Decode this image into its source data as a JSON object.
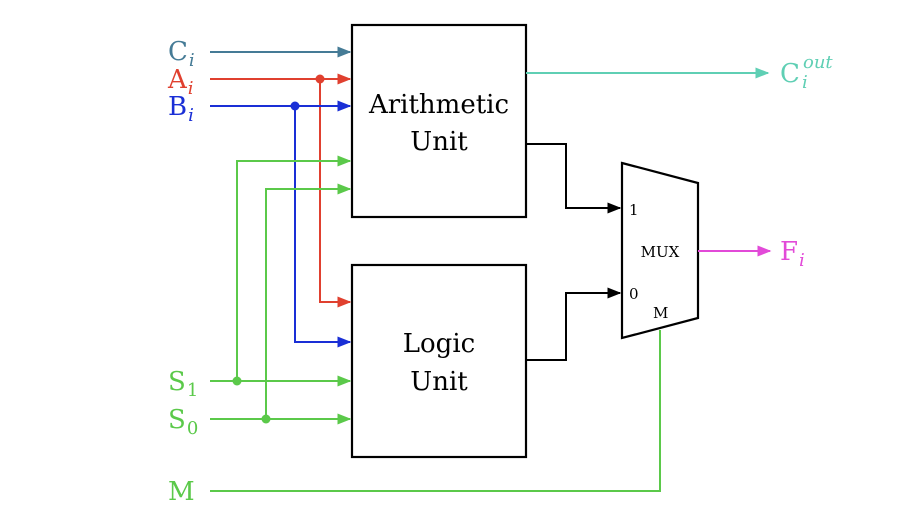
{
  "colors": {
    "carry": "#457b96",
    "a": "#e0402f",
    "b": "#1a2fd6",
    "select": "#5bc94a",
    "carry_out": "#5fcfb4",
    "f": "#e24ad8",
    "wire": "#000000"
  },
  "blocks": {
    "arithmetic": {
      "line1": "Arithmetic",
      "line2": "Unit"
    },
    "logic": {
      "line1": "Logic",
      "line2": "Unit"
    }
  },
  "mux": {
    "label": "MUX",
    "in1": "1",
    "in0": "0",
    "sel": "M"
  },
  "signals": {
    "c": {
      "base": "C",
      "sub": "i"
    },
    "a": {
      "base": "A",
      "sub": "i"
    },
    "b": {
      "base": "B",
      "sub": "i"
    },
    "s1": {
      "base": "S",
      "sub": "1"
    },
    "s0": {
      "base": "S",
      "sub": "0"
    },
    "m": {
      "base": "M"
    },
    "cout": {
      "base": "C",
      "sub": "i",
      "sup": "out"
    },
    "f": {
      "base": "F",
      "sub": "i"
    }
  }
}
